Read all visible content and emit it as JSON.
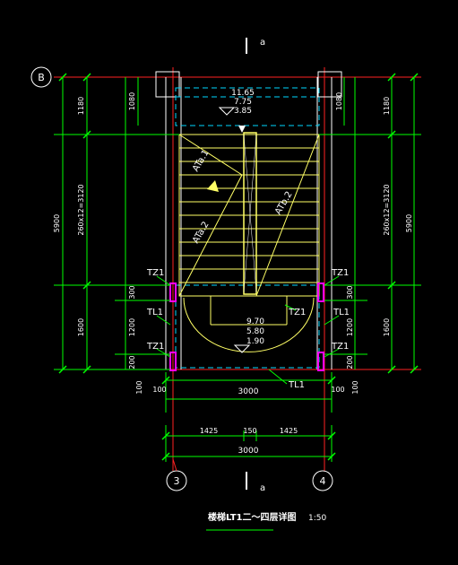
{
  "title": {
    "text": "楼梯LT1二～四层详图",
    "scale": "1:50"
  },
  "axes": {
    "top_left_bubble": "B",
    "bottom_left_bubble": "3",
    "bottom_right_bubble": "4",
    "section_mark_top": "a",
    "section_mark_bottom": "a"
  },
  "dims": {
    "left_outer_total": "5900",
    "left_top": "1180",
    "left_inner_top": "1080",
    "left_middle": "260x12=3120",
    "left_bottom": "1600",
    "left_sub_300": "300",
    "left_sub_1200": "1200",
    "left_sub_200": "200",
    "right_outer_total": "5900",
    "right_top": "1180",
    "right_inner_top": "1080",
    "right_middle": "260x12=3120",
    "right_bottom": "1600",
    "right_sub_300": "300",
    "right_sub_1200": "1200",
    "right_sub_200": "200",
    "bottom_left_100": "100",
    "bottom_left_100b": "100",
    "bottom_3000": "3000",
    "bottom_right_100": "100",
    "bottom_right_100b": "100",
    "low_1425a": "1425",
    "low_150": "150",
    "low_1425b": "1425",
    "low_3000": "3000"
  },
  "elevations": {
    "top": [
      "11.65",
      "7.75",
      "3.85"
    ],
    "mid": [
      "9.70",
      "5.80",
      "1.90"
    ]
  },
  "labels": {
    "tz1_left_a": "TZ1",
    "tz1_left_b": "TZ1",
    "tl1_left": "TL1",
    "tz1_right_a": "TZ1",
    "tz1_right_b": "TZ1",
    "tl1_right": "TL1",
    "tz1_mid": "TZ1",
    "tl1_bottom": "TL1",
    "flight_a1": "ATa.1",
    "flight_a2": "ATa.2",
    "flight_b2": "ATb.2"
  },
  "colors": {
    "bg": "#000000",
    "dim_green": "#00ff00",
    "axis_red": "#ff2222",
    "stair_yellow": "#ffff66",
    "wall_white": "#ffffff",
    "beam_cyan": "#00d8ff",
    "magenta": "#ff00ff",
    "text_white": "#ffffff"
  }
}
